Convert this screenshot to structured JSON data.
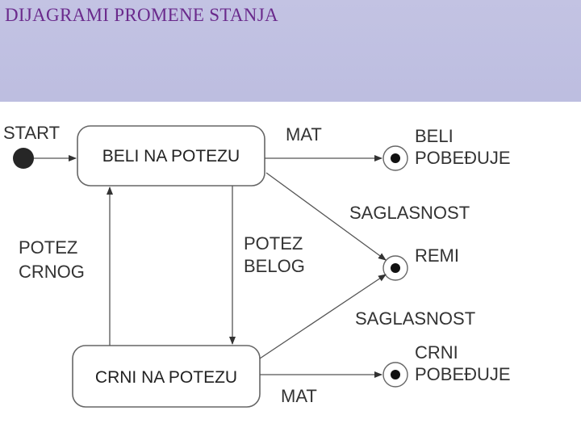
{
  "title": "DIJAGRAMI PROMENE STANJA",
  "diagram": {
    "start_label": "START",
    "states": {
      "beli": "BELI NA POTEZU",
      "crni": "CRNI NA POTEZU"
    },
    "finals": {
      "beli_line1": "BELI",
      "beli_line2": "POBEĐUJE",
      "remi": "REMI",
      "crni_line1": "CRNI",
      "crni_line2": "POBEĐUJE"
    },
    "transitions": {
      "mat_top": "MAT",
      "mat_bottom": "MAT",
      "saglasnost_top": "SAGLASNOST",
      "saglasnost_bottom": "SAGLASNOST",
      "potez_crnog_line1": "POTEZ",
      "potez_crnog_line2": "CRNOG",
      "potez_belog_line1": "POTEZ",
      "potez_belog_line2": "BELOG"
    },
    "colors": {
      "background_top": "#c3c3e3",
      "background_bottom": "#9c9fd0",
      "title": "#6a2a8c",
      "line": "#666666"
    }
  }
}
